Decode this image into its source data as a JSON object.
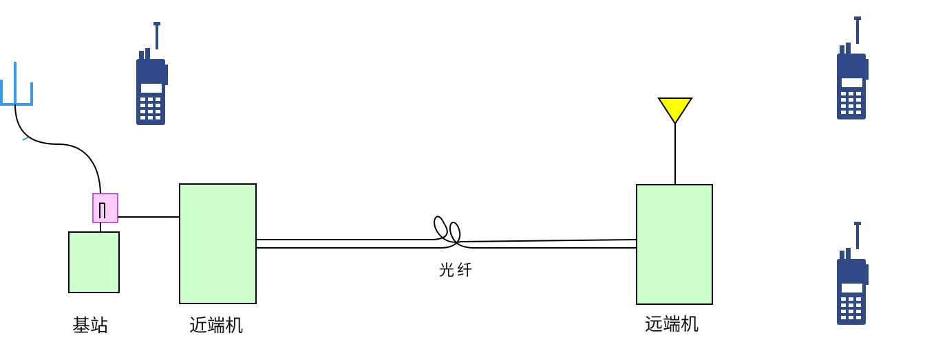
{
  "labels": {
    "base_station": "基站",
    "near_end": "近端机",
    "far_end": "远端机",
    "fiber": "光纤"
  },
  "colors": {
    "box_fill": "#ccffcc",
    "coupler_fill": "#ffccff",
    "coupler_stroke": "#9933cc",
    "antenna_blue": "#3b9ae8",
    "far_antenna": "#ffff00",
    "radio": "#2f4a86",
    "line": "#000000"
  },
  "icons": {
    "donor_antenna": "fork-antenna-icon",
    "service_antenna": "triangle-antenna-icon",
    "handset": "walkie-talkie-icon",
    "coupler": "coupler-icon"
  }
}
